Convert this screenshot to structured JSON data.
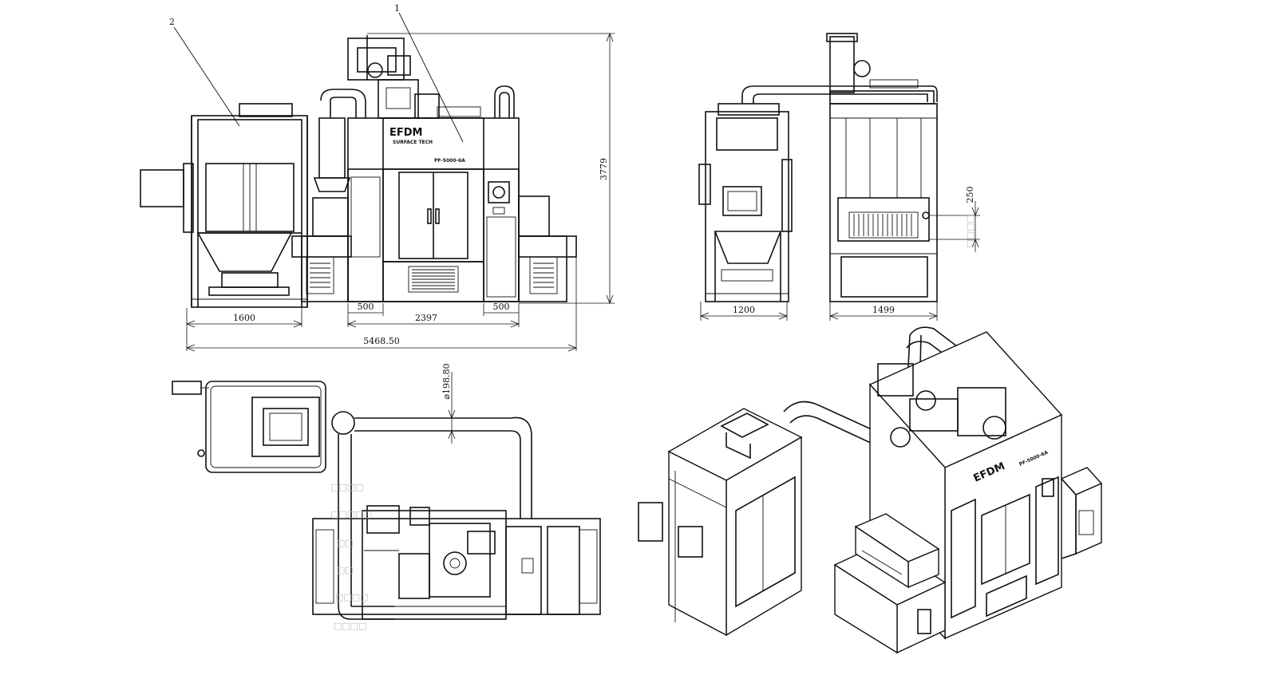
{
  "callouts": [
    "1",
    "2"
  ],
  "dimensions": {
    "front_height": "3779",
    "front_left_width": "1600",
    "front_left_gap": "500",
    "front_center_width": "2397",
    "front_right_gap": "500",
    "front_total_width": "5468.50",
    "side_left_width": "1200",
    "side_right_width": "1499",
    "side_vertical": "250",
    "pipe_diameter": "⌀198.80"
  },
  "labels": {
    "brand": "EFDM",
    "model": "PF-5000-6A",
    "subtitle": "SURFACE TECH"
  },
  "faded_notes": [
    "□□□□",
    "□□□□□",
    "□□",
    "□□",
    "□□□□",
    "□□□□"
  ],
  "side_faded_notes": "□□□□"
}
